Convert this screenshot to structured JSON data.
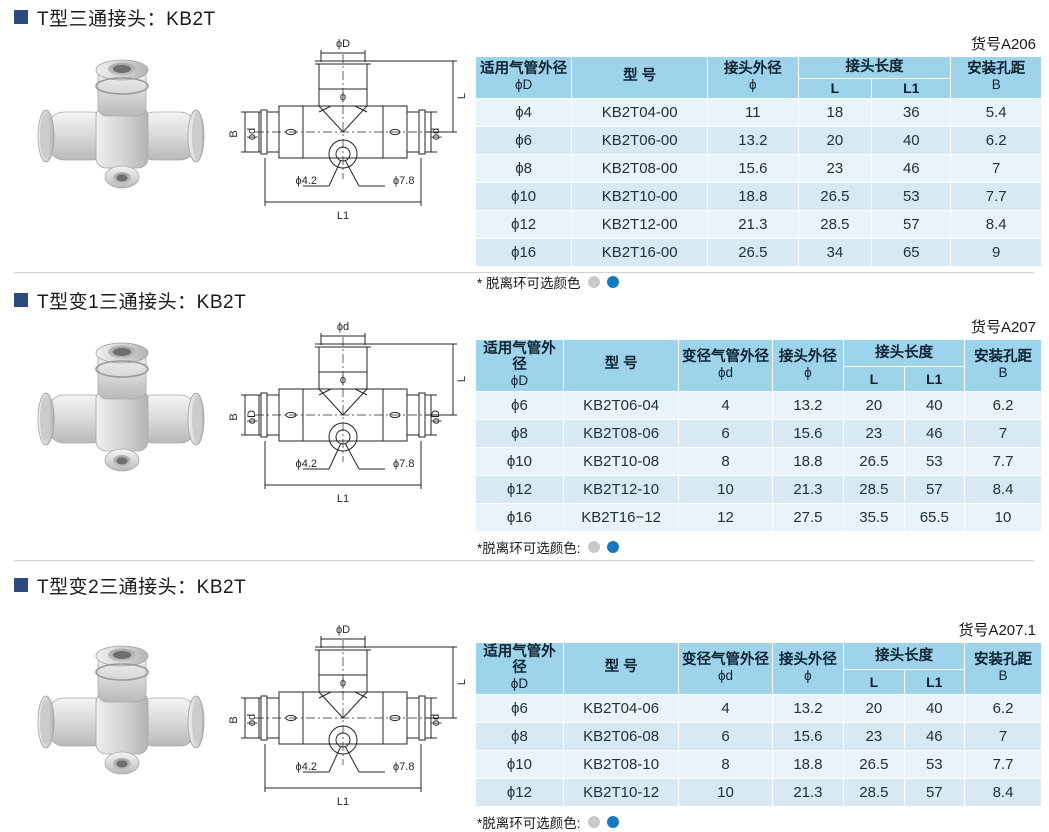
{
  "colors": {
    "bullet": "#2b4a7d",
    "table_header_bg": "#9ed3ec",
    "row_odd_bg": "#e9f3fa",
    "row_even_bg": "#d9e9f4",
    "ring_color_gray": "#c9c9c9",
    "ring_color_blue": "#1579c0",
    "divider": "#d2d2d2"
  },
  "sections": [
    {
      "title": "T型三通接头：KB2T",
      "part_no": "货号A206",
      "drawing": {
        "top_label": "ϕD",
        "mid_label": "ϕ",
        "left_label": "ϕd",
        "right_label": "ϕd",
        "b_label": "B",
        "l_label": "L",
        "l1_label": "L1",
        "hole_small": "ϕ4.2",
        "hole_large": "ϕ7.8"
      },
      "table": {
        "headers": [
          {
            "line1": "适用气管外径",
            "line2": "ϕD",
            "span": 1,
            "rowspan": 2
          },
          {
            "line1": "型  号",
            "line2": "",
            "span": 1,
            "rowspan": 2
          },
          {
            "line1": "接头外径",
            "line2": "ϕ",
            "span": 1,
            "rowspan": 2
          },
          {
            "line1": "接头长度",
            "line2": "",
            "span": 2,
            "rowspan": 1
          },
          {
            "line1": "安装孔距",
            "line2": "B",
            "span": 1,
            "rowspan": 2
          }
        ],
        "sub_headers": [
          "L",
          "L1"
        ],
        "rows": [
          [
            "ϕ4",
            "KB2T04-00",
            "11",
            "18",
            "36",
            "5.4"
          ],
          [
            "ϕ6",
            "KB2T06-00",
            "13.2",
            "20",
            "40",
            "6.2"
          ],
          [
            "ϕ8",
            "KB2T08-00",
            "15.6",
            "23",
            "46",
            "7"
          ],
          [
            "ϕ10",
            "KB2T10-00",
            "18.8",
            "26.5",
            "53",
            "7.7"
          ],
          [
            "ϕ12",
            "KB2T12-00",
            "21.3",
            "28.5",
            "57",
            "8.4"
          ],
          [
            "ϕ16",
            "KB2T16-00",
            "26.5",
            "34",
            "65",
            "9"
          ]
        ]
      },
      "footnote": "* 脱离环可选颜色"
    },
    {
      "title": "T型变1三通接头：KB2T",
      "part_no": "货号A207",
      "drawing": {
        "top_label": "ϕd",
        "mid_label": "ϕ",
        "left_label": "ϕD",
        "right_label": "ϕD",
        "b_label": "B",
        "l_label": "L",
        "l1_label": "L1",
        "hole_small": "ϕ4.2",
        "hole_large": "ϕ7.8"
      },
      "table": {
        "headers": [
          {
            "line1": "适用气管外径",
            "line2": "ϕD",
            "span": 1,
            "rowspan": 2
          },
          {
            "line1": "型  号",
            "line2": "",
            "span": 1,
            "rowspan": 2
          },
          {
            "line1": "变径气管外径",
            "line2": "ϕd",
            "span": 1,
            "rowspan": 2
          },
          {
            "line1": "接头外径",
            "line2": "ϕ",
            "span": 1,
            "rowspan": 2
          },
          {
            "line1": "接头长度",
            "line2": "",
            "span": 2,
            "rowspan": 1
          },
          {
            "line1": "安装孔距",
            "line2": "B",
            "span": 1,
            "rowspan": 2
          }
        ],
        "sub_headers": [
          "L",
          "L1"
        ],
        "rows": [
          [
            "ϕ6",
            "KB2T06-04",
            "4",
            "13.2",
            "20",
            "40",
            "6.2"
          ],
          [
            "ϕ8",
            "KB2T08-06",
            "6",
            "15.6",
            "23",
            "46",
            "7"
          ],
          [
            "ϕ10",
            "KB2T10-08",
            "8",
            "18.8",
            "26.5",
            "53",
            "7.7"
          ],
          [
            "ϕ12",
            "KB2T12-10",
            "10",
            "21.3",
            "28.5",
            "57",
            "8.4"
          ],
          [
            "ϕ16",
            "KB2T16−12",
            "12",
            "27.5",
            "35.5",
            "65.5",
            "10"
          ]
        ]
      },
      "footnote": "*脱离环可选颜色:"
    },
    {
      "title": "T型变2三通接头：KB2T",
      "part_no": "货号A207.1",
      "drawing": {
        "top_label": "ϕD",
        "mid_label": "ϕ",
        "left_label": "ϕd",
        "right_label": "ϕd",
        "b_label": "B",
        "l_label": "L",
        "l1_label": "L1",
        "hole_small": "ϕ4.2",
        "hole_large": "ϕ7.8"
      },
      "table": {
        "headers": [
          {
            "line1": "适用气管外径",
            "line2": "ϕD",
            "span": 1,
            "rowspan": 2
          },
          {
            "line1": "型  号",
            "line2": "",
            "span": 1,
            "rowspan": 2
          },
          {
            "line1": "变径气管外径",
            "line2": "ϕd",
            "span": 1,
            "rowspan": 2
          },
          {
            "line1": "接头外径",
            "line2": "ϕ",
            "span": 1,
            "rowspan": 2
          },
          {
            "line1": "接头长度",
            "line2": "",
            "span": 2,
            "rowspan": 1
          },
          {
            "line1": "安装孔距",
            "line2": "B",
            "span": 1,
            "rowspan": 2
          }
        ],
        "sub_headers": [
          "L",
          "L1"
        ],
        "rows": [
          [
            "ϕ6",
            "KB2T04-06",
            "4",
            "13.2",
            "20",
            "40",
            "6.2"
          ],
          [
            "ϕ8",
            "KB2T06-08",
            "6",
            "15.6",
            "23",
            "46",
            "7"
          ],
          [
            "ϕ10",
            "KB2T08-10",
            "8",
            "18.8",
            "26.5",
            "53",
            "7.7"
          ],
          [
            "ϕ12",
            "KB2T10-12",
            "10",
            "21.3",
            "28.5",
            "57",
            "8.4"
          ]
        ]
      },
      "footnote": "*脱离环可选颜色:"
    }
  ]
}
